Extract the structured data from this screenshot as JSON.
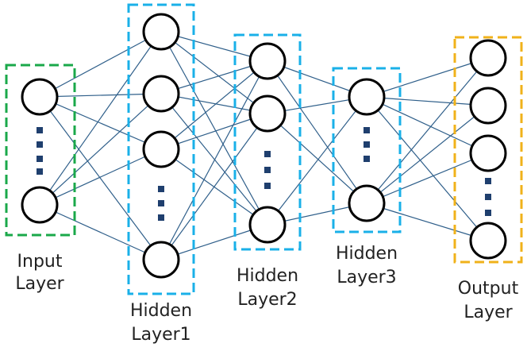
{
  "diagram": {
    "layers": [
      {
        "id": "input",
        "caption": [
          "Input",
          "Layer"
        ],
        "box_color": "#1aa84a",
        "visible_nodes": 2,
        "has_ellipsis": true
      },
      {
        "id": "hidden1",
        "caption": [
          "Hidden",
          "Layer1"
        ],
        "box_color": "#1ab0e8",
        "visible_nodes": 4,
        "has_ellipsis": true
      },
      {
        "id": "hidden2",
        "caption": [
          "Hidden",
          "Layer2"
        ],
        "box_color": "#1ab0e8",
        "visible_nodes": 3,
        "has_ellipsis": true
      },
      {
        "id": "hidden3",
        "caption": [
          "Hidden",
          "Layer3"
        ],
        "box_color": "#1ab0e8",
        "visible_nodes": 2,
        "has_ellipsis": true
      },
      {
        "id": "output",
        "caption": [
          "Output",
          "Layer"
        ],
        "box_color": "#f0b21a",
        "visible_nodes": 4,
        "has_ellipsis": true
      }
    ],
    "connections": "fully-connected between adjacent layers",
    "edge_color": "#2f5f8a",
    "node_stroke_color": "#000000",
    "node_fill_color": "#ffffff",
    "ellipsis_color": "#1f3f6e"
  }
}
